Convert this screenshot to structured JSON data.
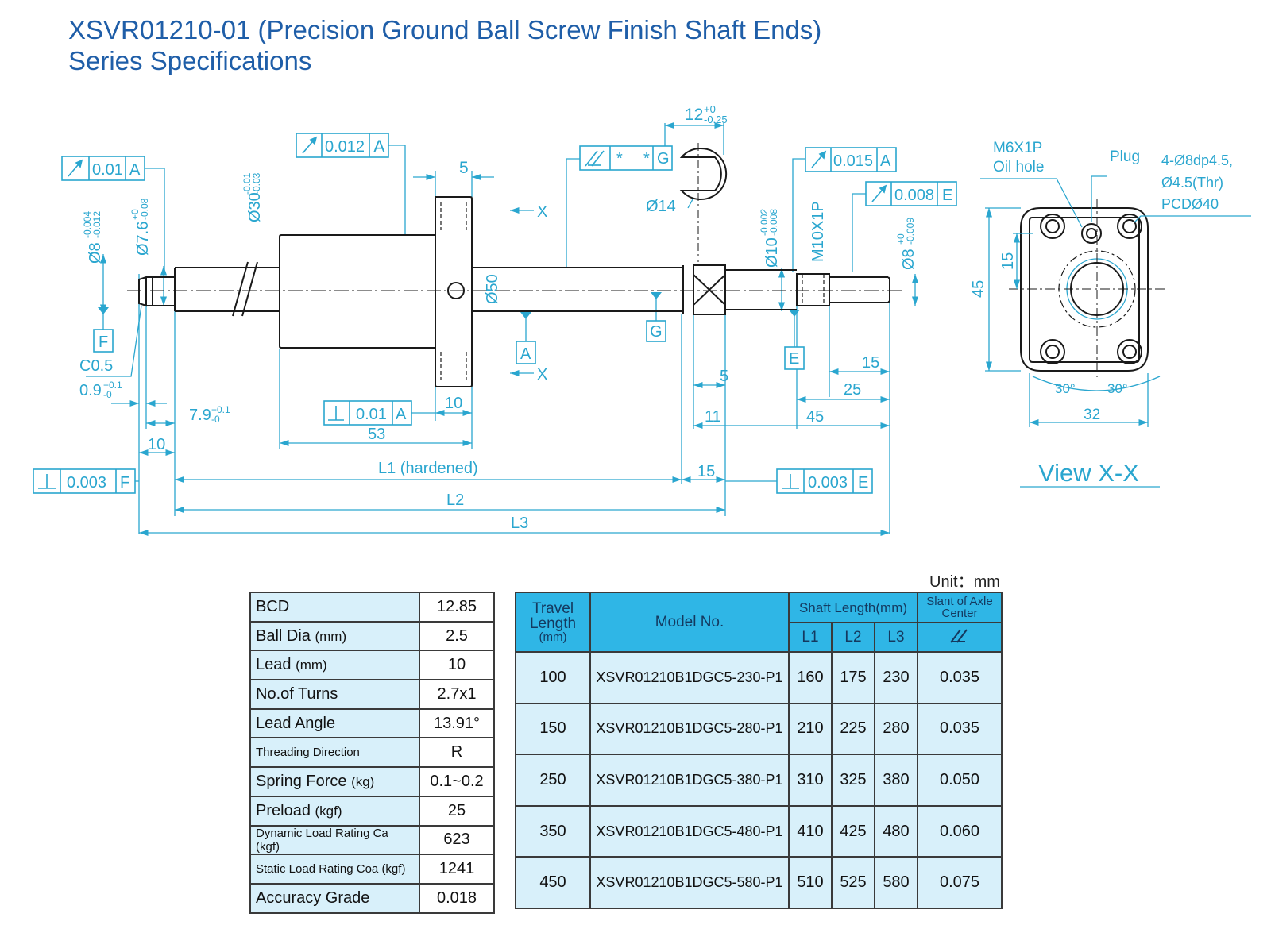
{
  "title": {
    "line1": "XSVR01210-01 (Precision Ground Ball Screw Finish Shaft Ends)",
    "line2": "Series Specifications"
  },
  "colors": {
    "title": "#1f5ea8",
    "drawing": "#2aa6cf",
    "outline": "#1a1a1a",
    "header_bg": "#2fb6e6",
    "cell_bg": "#d8f0fa"
  },
  "drawing": {
    "labels": {
      "tol_runout_a": "0.01",
      "datum_a": "A",
      "tol_runout_nut": "0.012",
      "tol_nut_g_star1": "*",
      "tol_nut_g_star2": "*",
      "datum_g": "G",
      "tol_runout_015": "0.015",
      "tol_runout_008": "0.008",
      "datum_e": "E",
      "tol_perp_001": "0.01",
      "tol_perp_f": "0.003",
      "datum_f": "F",
      "tol_perp_e": "0.003",
      "dim_5_top": "5",
      "dim_12": "12",
      "dim_12_up": "+0",
      "dim_12_low": "-0.25",
      "dia_14": "Ø14",
      "dia_30": "Ø30",
      "dia_30_up": "-0.01",
      "dia_30_low": "-0.03",
      "dia_8_left": "Ø8",
      "dia_8_left_up": "-0.004",
      "dia_8_left_low": "-0.012",
      "dia_76": "Ø7.6",
      "dia_76_up": "+0",
      "dia_76_low": "-0.08",
      "dia_50": "Ø50",
      "dia_10": "Ø10",
      "dia_10_up": "-0.002",
      "dia_10_low": "-0.008",
      "thread_m10": "M10X1P",
      "dia_8_right": "Ø8",
      "dia_8_right_up": "+0",
      "dia_8_right_low": "-0.009",
      "section_x_top": "X",
      "section_x_bottom": "X",
      "c05": "C0.5",
      "dim_09": "0.9",
      "dim_09_up": "+0.1",
      "dim_09_low": "-0",
      "dim_79": "7.9",
      "dim_79_up": "+0.1",
      "dim_79_low": "-0",
      "dim_10_nut": "10",
      "dim_53": "53",
      "dim_10_left": "10",
      "l1": "L1 (hardened)",
      "dim_15_mid": "15",
      "l2": "L2",
      "l3": "L3",
      "dim_5_mid": "5",
      "dim_11": "11",
      "dim_45_right": "45",
      "dim_15_right": "15",
      "dim_25": "25",
      "oil_hole_1": "M6X1P",
      "oil_hole_2": "Oil hole",
      "plug": "Plug",
      "holes_1": "4-Ø8dp4.5,",
      "holes_2": "Ø4.5(Thr)",
      "holes_3": "PCDØ40",
      "view_15": "15",
      "view_45": "45",
      "angle_left": "30°",
      "angle_right": "30°",
      "view_32": "32",
      "view_title": "View X-X"
    }
  },
  "unit": "Unit：mm",
  "spec": {
    "rows": [
      {
        "label": "BCD",
        "unit": "",
        "value": "12.85",
        "size": ""
      },
      {
        "label": "Ball Dia",
        "unit": "(mm)",
        "value": "2.5",
        "size": ""
      },
      {
        "label": "Lead",
        "unit": "(mm)",
        "value": "10",
        "size": ""
      },
      {
        "label": "No.of Turns",
        "unit": "",
        "value": "2.7x1",
        "size": ""
      },
      {
        "label": "Lead Angle",
        "unit": "",
        "value": "13.91°",
        "size": ""
      },
      {
        "label": "Threading Direction",
        "unit": "",
        "value": "R",
        "size": "xs"
      },
      {
        "label": "Spring Force",
        "unit": "(kg)",
        "value": "0.1~0.2",
        "size": ""
      },
      {
        "label": "Preload",
        "unit": "(kgf)",
        "value": "25",
        "size": ""
      },
      {
        "label": "Dynamic Load Rating Ca",
        "unit": "(kgf)",
        "value": "623",
        "size": "xs"
      },
      {
        "label": "Static Load Rating Coa",
        "unit": "(kgf)",
        "value": "1241",
        "size": "xs"
      },
      {
        "label": "Accuracy Grade",
        "unit": "",
        "value": "0.018",
        "size": ""
      }
    ]
  },
  "models": {
    "headers": {
      "travel_1": "Travel",
      "travel_2": "Length",
      "travel_3": "(mm)",
      "model": "Model No.",
      "shaft": "Shaft Length(mm)",
      "slant_1": "Slant of Axle",
      "slant_2": "Center",
      "l1": "L1",
      "l2": "L2",
      "l3": "L3",
      "slant_icon": "parallelism-icon"
    },
    "rows": [
      {
        "travel": "100",
        "model": "XSVR01210B1DGC5-230-P1",
        "l1": "160",
        "l2": "175",
        "l3": "230",
        "slant": "0.035"
      },
      {
        "travel": "150",
        "model": "XSVR01210B1DGC5-280-P1",
        "l1": "210",
        "l2": "225",
        "l3": "280",
        "slant": "0.035"
      },
      {
        "travel": "250",
        "model": "XSVR01210B1DGC5-380-P1",
        "l1": "310",
        "l2": "325",
        "l3": "380",
        "slant": "0.050"
      },
      {
        "travel": "350",
        "model": "XSVR01210B1DGC5-480-P1",
        "l1": "410",
        "l2": "425",
        "l3": "480",
        "slant": "0.060"
      },
      {
        "travel": "450",
        "model": "XSVR01210B1DGC5-580-P1",
        "l1": "510",
        "l2": "525",
        "l3": "580",
        "slant": "0.075"
      }
    ]
  }
}
